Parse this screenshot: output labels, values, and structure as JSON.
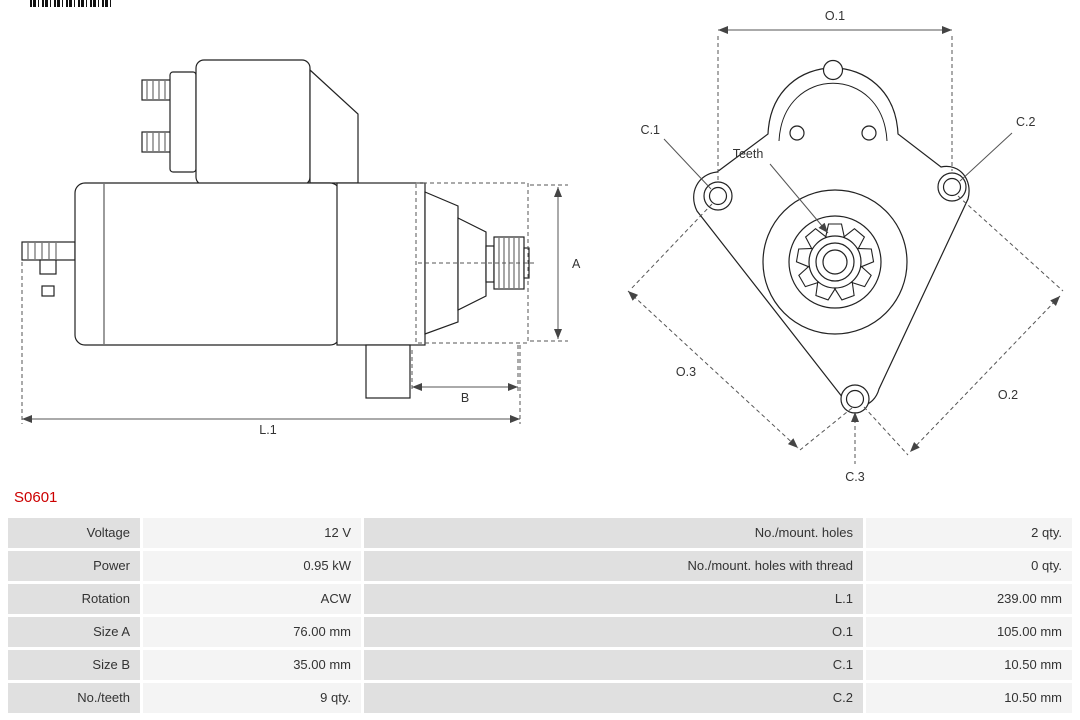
{
  "part_number": "S0601",
  "colors": {
    "accent": "#cc0000",
    "label_cell_bg": "#e0e0e0",
    "value_cell_bg": "#f4f4f4",
    "diagram_line": "#222222"
  },
  "diagram": {
    "labels": {
      "a": "A",
      "b": "B",
      "l1": "L.1",
      "o1": "O.1",
      "o2": "O.2",
      "o3": "O.3",
      "c1": "C.1",
      "c2": "C.2",
      "c3": "C.3",
      "teeth": "Teeth"
    }
  },
  "specs": {
    "rows": [
      {
        "label_left": "Voltage",
        "value_left": "12 V",
        "label_right": "No./mount. holes",
        "value_right": "2 qty."
      },
      {
        "label_left": "Power",
        "value_left": "0.95 kW",
        "label_right": "No./mount. holes with thread",
        "value_right": "0 qty."
      },
      {
        "label_left": "Rotation",
        "value_left": "ACW",
        "label_right": "L.1",
        "value_right": "239.00 mm"
      },
      {
        "label_left": "Size A",
        "value_left": "76.00 mm",
        "label_right": "O.1",
        "value_right": "105.00 mm"
      },
      {
        "label_left": "Size B",
        "value_left": "35.00 mm",
        "label_right": "C.1",
        "value_right": "10.50 mm"
      },
      {
        "label_left": "No./teeth",
        "value_left": "9 qty.",
        "label_right": "C.2",
        "value_right": "10.50 mm"
      }
    ]
  }
}
